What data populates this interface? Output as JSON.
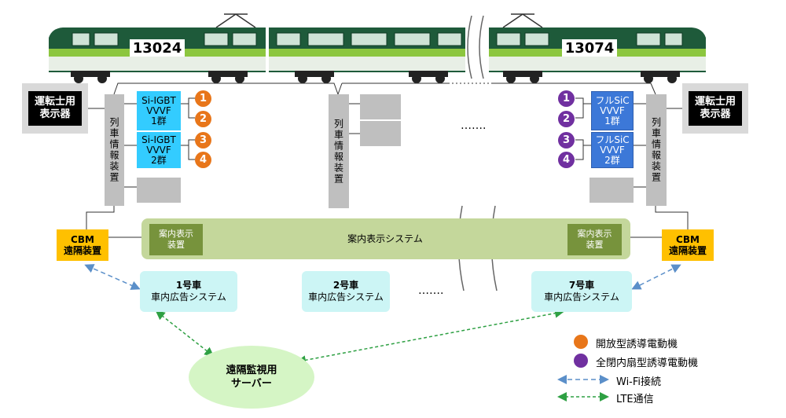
{
  "colors": {
    "train_green": "#1e5a3a",
    "driver_display": "#000000",
    "train_info": "#bfbfbf",
    "si_igbt": "#33ccff",
    "full_sic": "#3c78d8",
    "open_motor": "#e8761a",
    "closed_motor": "#7030a0",
    "cbm": "#ffc000",
    "guide_system": "#c4d79b",
    "guide_display": "#77933c",
    "ad_system": "#ccf5f5",
    "server": "#d5f5c5",
    "wifi_line": "#5b8fc9",
    "lte_line": "#2ea043"
  },
  "train": {
    "left_car_number": "13024",
    "right_car_number": "13074"
  },
  "driver_display": {
    "left": "運転士用\n表示器",
    "right": "運転士用\n表示器"
  },
  "train_info": {
    "left": "列車情報装置",
    "middle": "列車情報装置",
    "right": "列車情報装置"
  },
  "vvvf": {
    "left_group1": "Si-IGBT\nVVVF\n1群",
    "left_group2": "Si-IGBT\nVVVF\n2群",
    "right_group1": "フルSiC\nVVVF\n1群",
    "right_group2": "フルSiC\nVVVF\n2群"
  },
  "motors": {
    "left": [
      "1",
      "2",
      "3",
      "4"
    ],
    "right": [
      "1",
      "2",
      "3",
      "4"
    ]
  },
  "ellipsis": {
    "upper": "…….",
    "lower": "……."
  },
  "cbm": {
    "left": "CBM\n遠隔装置",
    "right": "CBM\n遠隔装置"
  },
  "guide": {
    "system_label": "案内表示システム",
    "left_display": "案内表示\n装置",
    "right_display": "案内表示\n装置"
  },
  "ad_systems": [
    {
      "car": "1号車",
      "label": "車内広告システム"
    },
    {
      "car": "2号車",
      "label": "車内広告システム"
    },
    {
      "car": "7号車",
      "label": "車内広告システム"
    }
  ],
  "server": {
    "label": "遠隔監視用\nサーバー"
  },
  "legend": {
    "open_motor": "開放型誘導電動機",
    "closed_motor": "全閉内扇型誘導電動機",
    "wifi": "Wi-Fi接続",
    "lte": "LTE通信"
  }
}
